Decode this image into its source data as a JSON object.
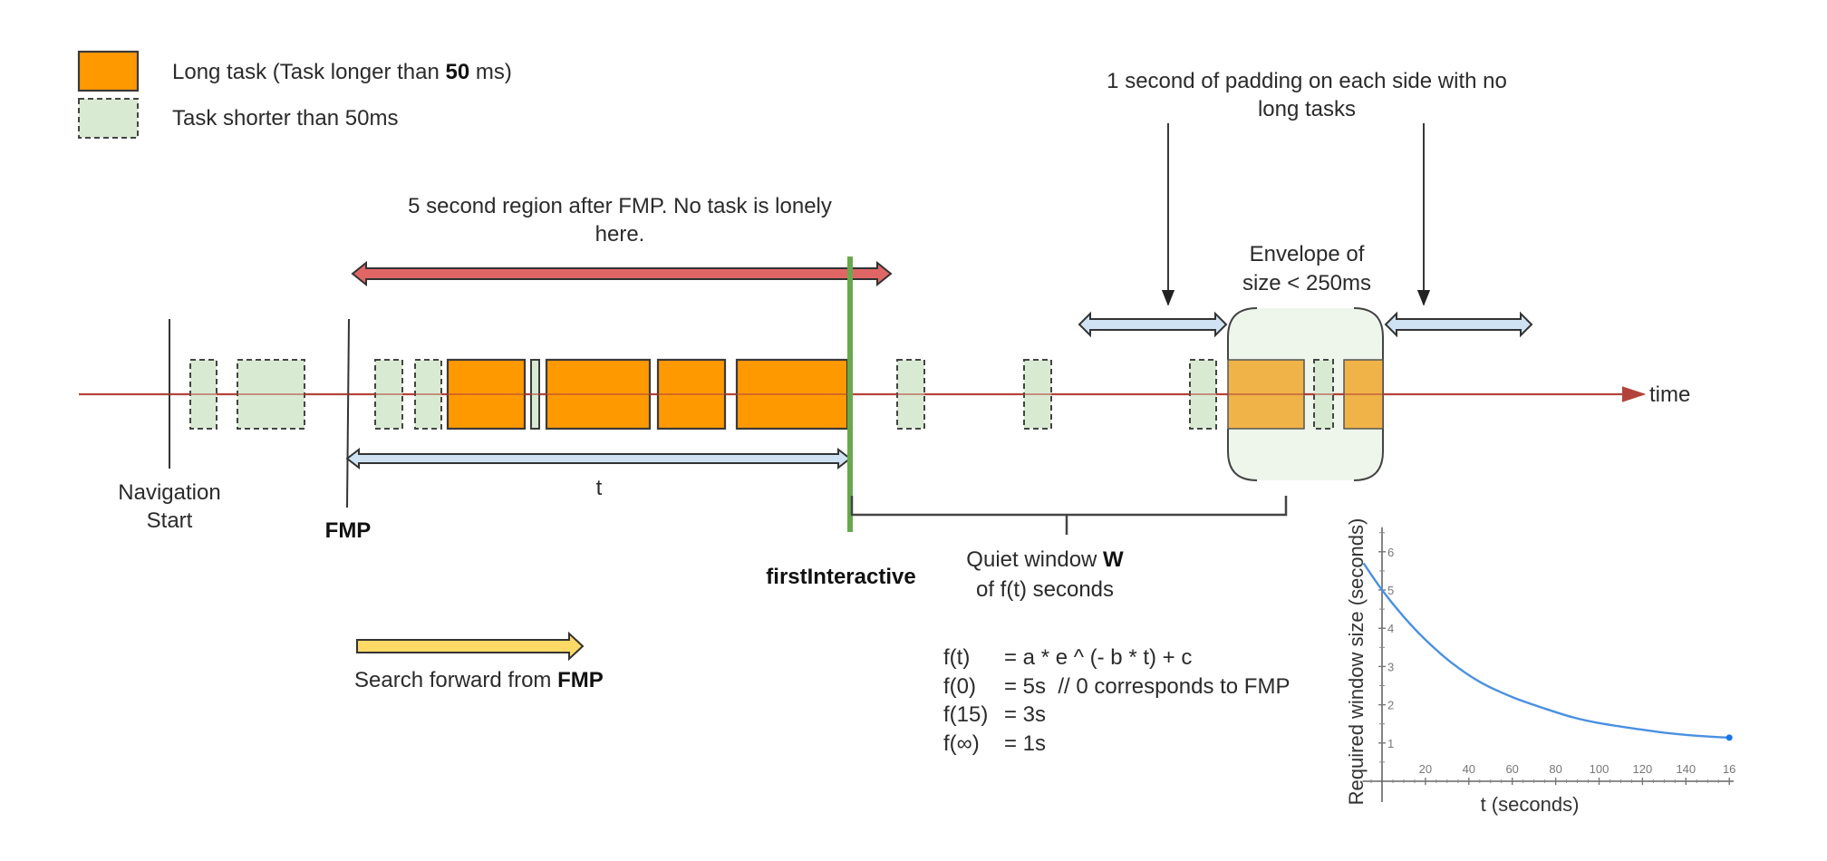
{
  "legend": {
    "long_task_prefix": "Long task (Task longer than ",
    "long_task_bold": "50",
    "long_task_suffix": " ms)",
    "short_task": "Task shorter than 50ms"
  },
  "colors": {
    "long_task": "#ff9900",
    "long_task_in_envelope": "#efb347",
    "short_task": "#d9ead3",
    "envelope_fill": "#eef6ec",
    "timeline": "#b3433a",
    "first_interactive_line": "#6aa84f",
    "red_arrow": "#e06666",
    "blue_arrow": "#cfe2f3",
    "search_arrow": "#ffd966",
    "curve": "#4a90e2"
  },
  "annotations": {
    "five_second_region": [
      "5 second region after FMP. No task is lonely",
      "here."
    ],
    "padding_note": [
      "1 second of padding on each side with no",
      "long tasks"
    ],
    "envelope": [
      "Envelope of",
      "size < 250ms"
    ],
    "navigation_start": [
      "Navigation",
      "Start"
    ],
    "fmp": "FMP",
    "t_label": "t",
    "first_interactive": "firstInteractive",
    "quiet_window_prefix": "Quiet window ",
    "quiet_window_bold": "W",
    "quiet_window_line2": "of f(t) seconds",
    "time_axis": "time",
    "search_prefix": "Search forward from ",
    "search_bold": "FMP"
  },
  "timeline_tasks": [
    {
      "kind": "short"
    },
    {
      "kind": "short"
    },
    {
      "kind": "short"
    },
    {
      "kind": "short"
    },
    {
      "kind": "long"
    },
    {
      "kind": "short-thin"
    },
    {
      "kind": "long"
    },
    {
      "kind": "long"
    },
    {
      "kind": "long"
    },
    {
      "kind": "short"
    },
    {
      "kind": "short"
    },
    {
      "kind": "short"
    },
    {
      "kind": "long-envelope"
    },
    {
      "kind": "short"
    },
    {
      "kind": "long-envelope"
    }
  ],
  "formulas": [
    {
      "lhs": "f(t)",
      "rhs": "= a * e ^ (- b * t) + c"
    },
    {
      "lhs": "f(0)",
      "rhs": "= 5s  // 0 corresponds to FMP"
    },
    {
      "lhs": "f(15)",
      "rhs": "= 3s"
    },
    {
      "lhs": "f(∞)",
      "rhs": "= 1s"
    }
  ],
  "chart_data": {
    "type": "line",
    "title": "",
    "xlabel": "t (seconds)",
    "ylabel": "Required window size (seconds)",
    "xlim": [
      -9,
      162
    ],
    "ylim": [
      0,
      6.5
    ],
    "x_ticks": [
      20,
      40,
      60,
      80,
      100,
      120,
      140,
      "16"
    ],
    "y_ticks": [
      1,
      2,
      3,
      4,
      5,
      6
    ],
    "grid": false,
    "series": [
      {
        "name": "f(t)",
        "x": [
          -8.5,
          0,
          10,
          20,
          32,
          45,
          60,
          75,
          88,
          100,
          116,
          130,
          145,
          160
        ],
        "y": [
          5.7,
          5.0,
          4.3,
          3.7,
          3.1,
          2.6,
          2.2,
          1.9,
          1.67,
          1.52,
          1.38,
          1.27,
          1.19,
          1.14
        ]
      }
    ],
    "end_marker": {
      "x": 160,
      "y": 1.14
    }
  }
}
